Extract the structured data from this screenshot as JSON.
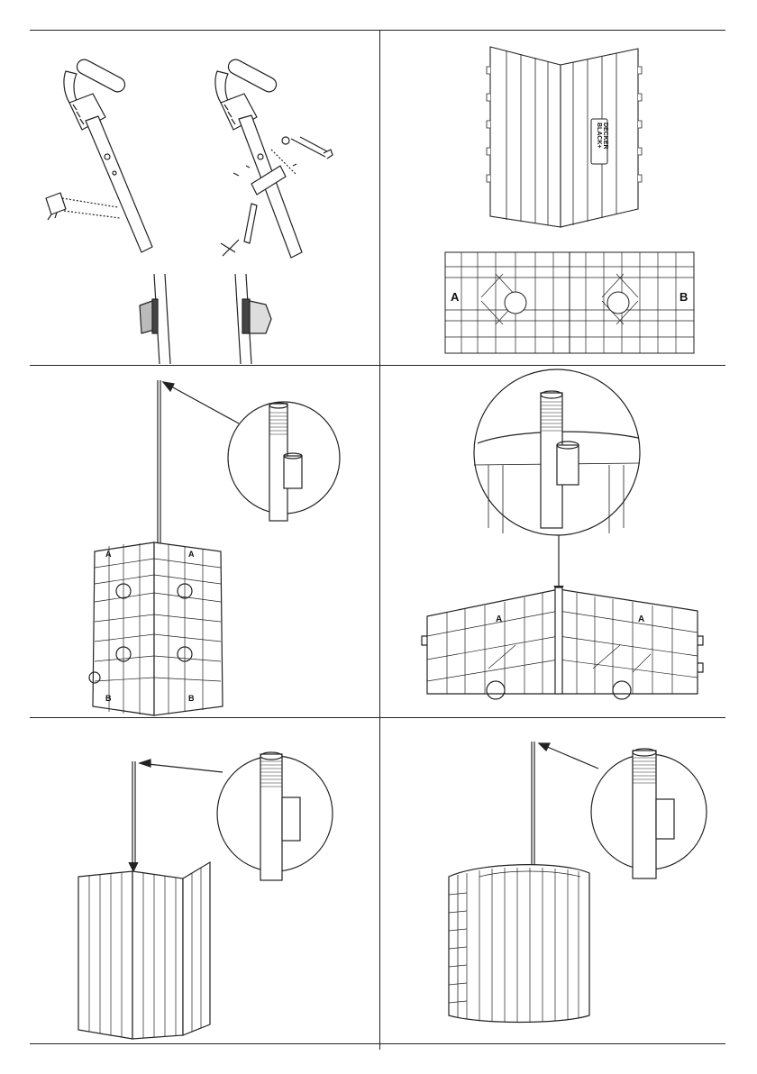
{
  "document": {
    "panel_labels": {
      "left_panel": "A",
      "right_panel": "B"
    },
    "brand_logo_text": [
      "BLACK+",
      "DECKER"
    ],
    "panel_marks": [
      "A",
      "A",
      "B",
      "B"
    ],
    "assembly_marks": [
      "A",
      "A"
    ]
  }
}
